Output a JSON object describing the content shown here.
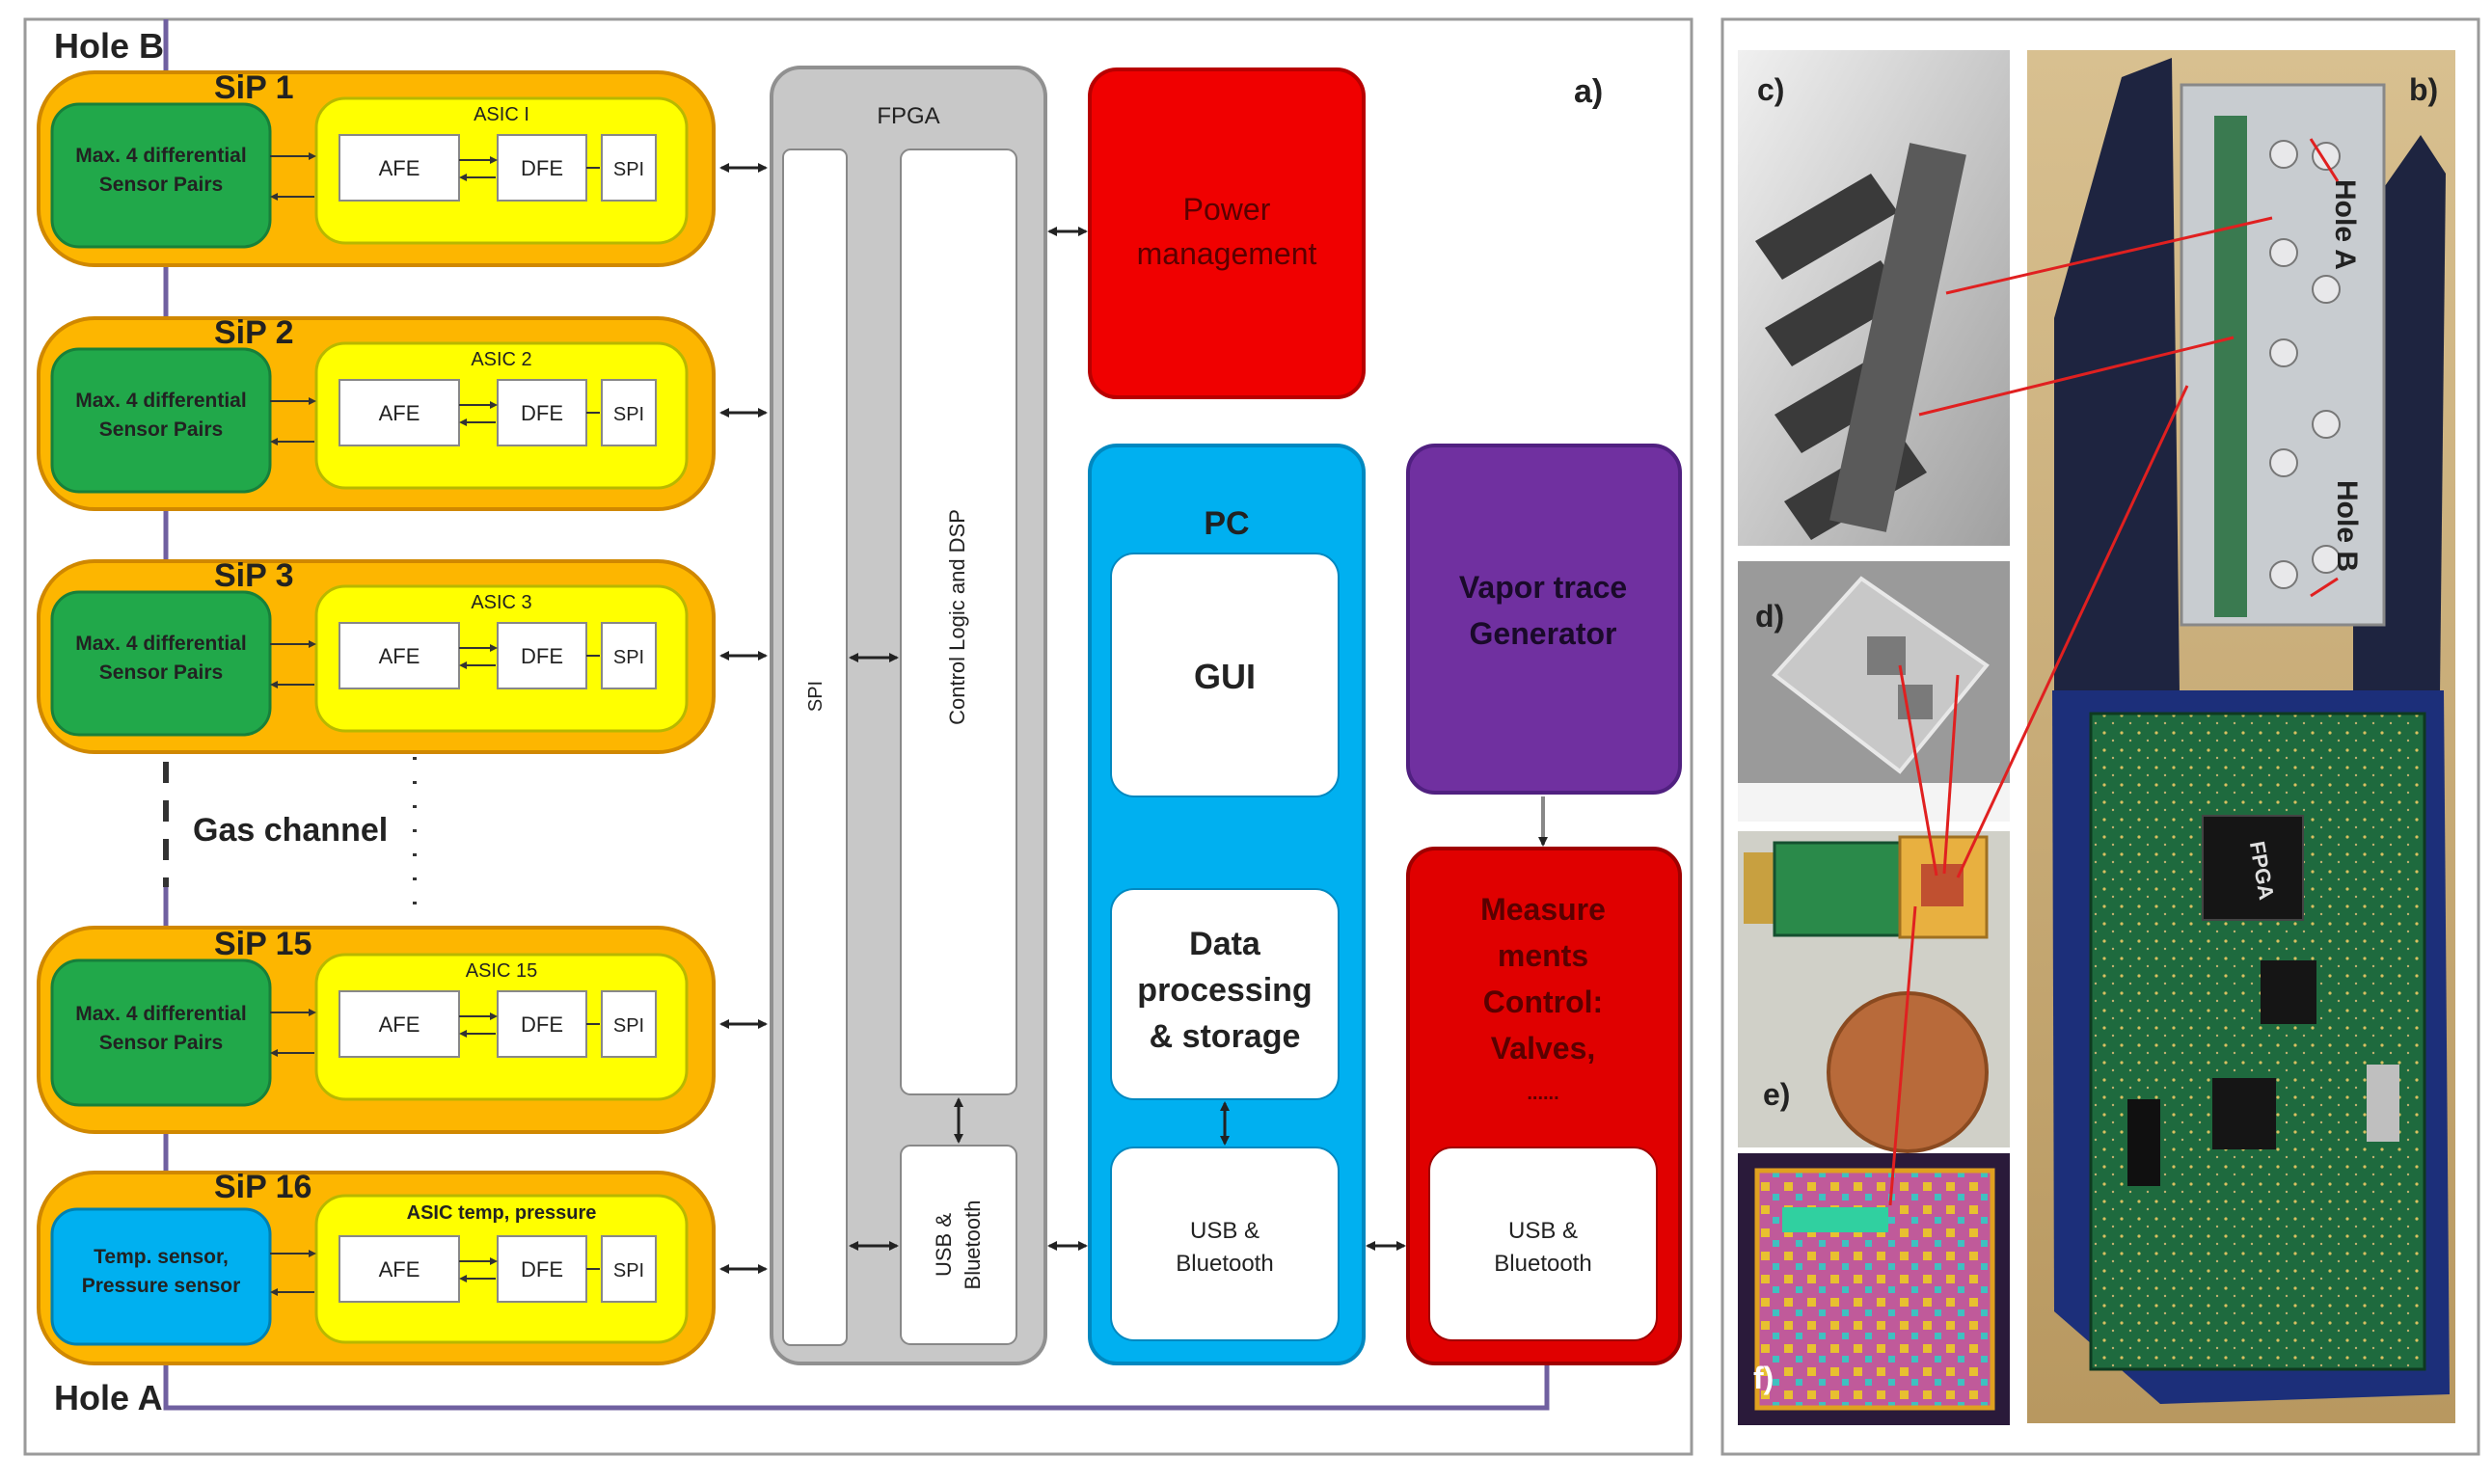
{
  "diagram": {
    "panel_a_label": "a)",
    "hole_b": "Hole B",
    "hole_a": "Hole A",
    "gas_channel": "Gas channel",
    "sips": [
      {
        "title": "SiP 1",
        "asic": "ASIC I",
        "sensor_line1": "Max. 4 differential",
        "sensor_line2": "Sensor Pairs"
      },
      {
        "title": "SiP 2",
        "asic": "ASIC 2",
        "sensor_line1": "Max. 4 differential",
        "sensor_line2": "Sensor Pairs"
      },
      {
        "title": "SiP 3",
        "asic": "ASIC 3",
        "sensor_line1": "Max. 4 differential",
        "sensor_line2": "Sensor Pairs"
      },
      {
        "title": "SiP 15",
        "asic": "ASIC 15",
        "sensor_line1": "Max. 4 differential",
        "sensor_line2": "Sensor Pairs"
      },
      {
        "title": "SiP 16",
        "asic": "ASIC temp, pressure",
        "sensor_line1": "Temp. sensor,",
        "sensor_line2": "Pressure sensor"
      }
    ],
    "blocks": {
      "afe": "AFE",
      "dfe": "DFE",
      "spi": "SPI"
    },
    "fpga": {
      "title": "FPGA",
      "spi": "SPI",
      "control": "Control Logic and DSP",
      "usb1": "USB &",
      "usb2": "Bluetooth"
    },
    "power": {
      "line1": "Power",
      "line2": "management"
    },
    "pc": {
      "title": "PC",
      "gui": "GUI",
      "data1": "Data",
      "data2": "processing",
      "data3": "& storage",
      "usb1": "USB &",
      "usb2": "Bluetooth"
    },
    "vapor": {
      "line1": "Vapor trace",
      "line2": "Generator"
    },
    "measure": {
      "line1": "Measure",
      "line2": "ments",
      "line3": "Control:",
      "line4": "Valves,",
      "line5": "......",
      "usb1": "USB &",
      "usb2": "Bluetooth"
    }
  },
  "photos": {
    "label_b": "b)",
    "label_c": "c)",
    "label_d": "d)",
    "label_e": "e)",
    "label_f": "f)",
    "hole_a": "Hole A",
    "hole_b": "Hole B",
    "fpga_chip": "FPGA"
  },
  "colors": {
    "sip_orange": "#fdb600",
    "asic_yellow": "#ffff00",
    "sensor_green": "#21a84a",
    "temp_blue": "#00b0f0",
    "fpga_gray": "#c8c8c8",
    "power_red": "#f00000",
    "pc_blue": "#00b0f0",
    "vapor_purple": "#7030a0",
    "measure_red": "#e00000",
    "pipe_purple": "#7060a0"
  }
}
